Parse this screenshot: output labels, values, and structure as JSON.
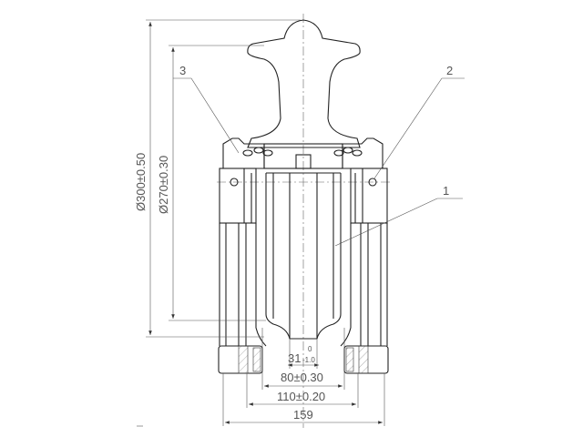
{
  "drawing": {
    "dimensions": {
      "outer_diameter": "Ø300±0.50",
      "inner_diameter": "Ø270±0.30",
      "web_width_base": "31",
      "web_width_upper_tol": "0",
      "web_width_lower_tol": "-1.0",
      "width_80": "80±0.30",
      "width_110": "110±0.20",
      "overall_width": "159"
    },
    "part_labels": {
      "wheel": "1",
      "pin": "2",
      "housing": "3"
    }
  }
}
